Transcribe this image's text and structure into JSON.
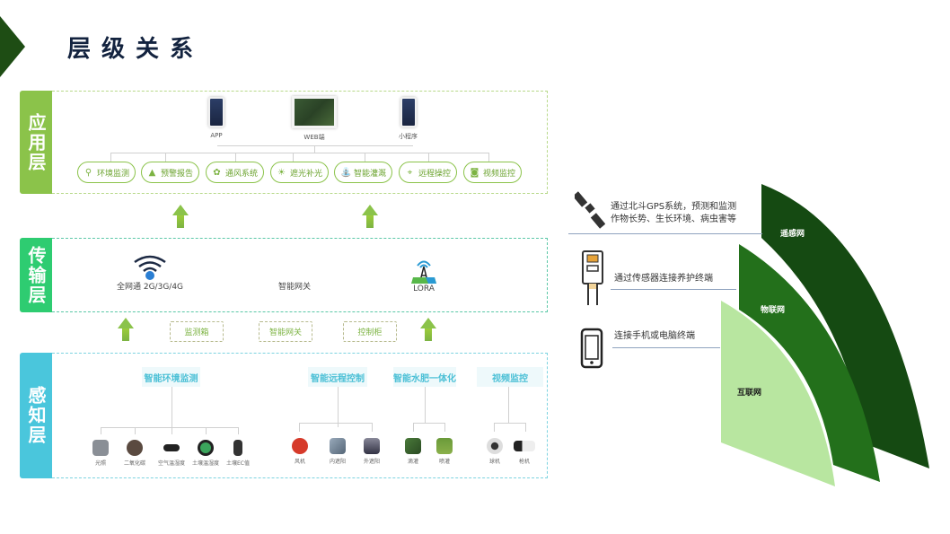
{
  "header": {
    "title": "层级关系",
    "accent_color": "#1e4d14",
    "title_color": "#13233f"
  },
  "layers": {
    "application": {
      "label": "应用层",
      "color": "#8bc34a",
      "border_color": "#b8d98a",
      "clients": [
        {
          "icon": "phone-icon",
          "label": "APP"
        },
        {
          "icon": "tablet-icon",
          "label": "WEB端"
        },
        {
          "icon": "phone-icon",
          "label": "小程序"
        }
      ],
      "functions": [
        {
          "icon": "monitor-icon",
          "glyph": "⚲",
          "label": "环境监测"
        },
        {
          "icon": "alarm-icon",
          "glyph": "▲",
          "label": "预警报告"
        },
        {
          "icon": "fan-icon",
          "glyph": "✿",
          "label": "通风系统"
        },
        {
          "icon": "light-icon",
          "glyph": "☀",
          "label": "遮光补光"
        },
        {
          "icon": "irrigation-icon",
          "glyph": "⛲",
          "label": "智能灌溉"
        },
        {
          "icon": "mouse-icon",
          "glyph": "⌖",
          "label": "远程操控"
        },
        {
          "icon": "camera-icon",
          "glyph": "◙",
          "label": "视频监控"
        }
      ]
    },
    "transport": {
      "label": "传输层",
      "color": "#2ecc71",
      "border_color": "#5bc8a7",
      "items": [
        {
          "icon": "wifi-icon",
          "label": "全网通 2G/3G/4G"
        },
        {
          "icon": "gateway-icon",
          "label": "智能网关"
        },
        {
          "icon": "lora-tower-icon",
          "label": "LORA"
        }
      ],
      "connectors": [
        "监测箱",
        "智能网关",
        "控制柜"
      ]
    },
    "perception": {
      "label": "感知层",
      "color": "#4ac6dc",
      "border_color": "#7dd3e0",
      "groups": [
        {
          "label": "智能环境监测",
          "devices": [
            "光照",
            "二氧化碳",
            "空气温湿度",
            "土壤温湿度",
            "土壤EC值"
          ]
        },
        {
          "label": "智能远程控制",
          "devices": [
            "风机",
            "内遮阳",
            "外遮阳"
          ]
        },
        {
          "label": "智能水肥一体化",
          "devices": [
            "滴灌",
            "喷灌"
          ]
        },
        {
          "label": "视频监控",
          "devices": [
            "球机",
            "枪机"
          ]
        }
      ]
    }
  },
  "right_panel": {
    "items": [
      {
        "icon": "satellite-icon",
        "text_line1": "通过北斗GPS系统，预测和监测",
        "text_line2": "作物长势、生长环境、病虫害等"
      },
      {
        "icon": "sensor-plug-icon",
        "text_line1": "通过传感器连接养护终端",
        "text_line2": ""
      },
      {
        "icon": "mobile-phone-icon",
        "text_line1": "连接手机或电脑终端",
        "text_line2": ""
      }
    ],
    "wedges": [
      {
        "label": "遥感网",
        "color": "#154a12",
        "text_color": "#ffffff"
      },
      {
        "label": "物联网",
        "color": "#23701b",
        "text_color": "#ffffff"
      },
      {
        "label": "互联网",
        "color": "#b8e6a0",
        "text_color": "#1a1a1a"
      }
    ]
  }
}
